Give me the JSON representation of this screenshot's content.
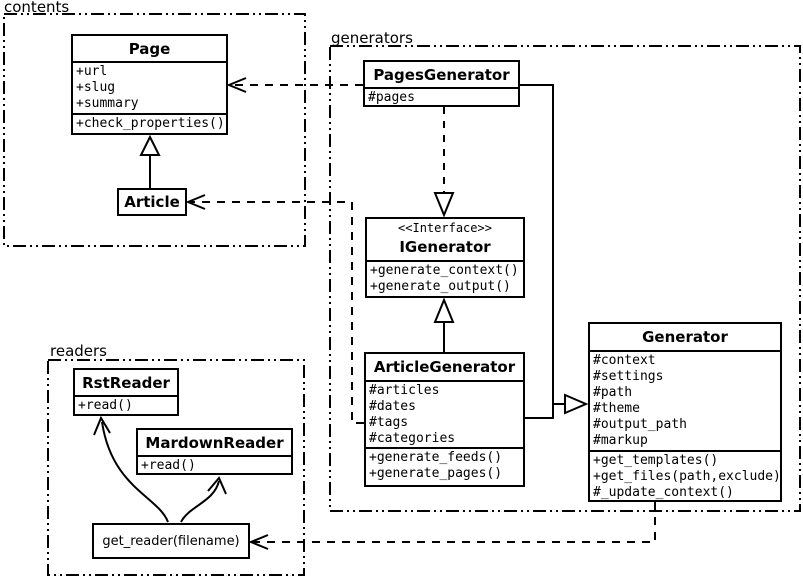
{
  "packages": [
    {
      "name": "contents"
    },
    {
      "name": "generators"
    },
    {
      "name": "readers"
    }
  ],
  "classes": {
    "page": {
      "name": "Page",
      "attributes": [
        "+url",
        "+slug",
        "+summary"
      ],
      "methods": [
        "+check_properties()"
      ]
    },
    "article": {
      "name": "Article"
    },
    "pages_generator": {
      "name": "PagesGenerator",
      "attributes": [
        "#pages"
      ]
    },
    "igenerator": {
      "stereotype": "<<Interface>>",
      "name": "IGenerator",
      "methods": [
        "+generate_context()",
        "+generate_output()"
      ]
    },
    "article_generator": {
      "name": "ArticleGenerator",
      "attributes": [
        "#articles",
        "#dates",
        "#tags",
        "#categories"
      ],
      "methods": [
        "+generate_feeds()",
        "+generate_pages()"
      ]
    },
    "generator": {
      "name": "Generator",
      "attributes": [
        "#context",
        "#settings",
        "#path",
        "#theme",
        "#output_path",
        "#markup"
      ],
      "methods": [
        "+get_templates()",
        "+get_files(path,exclude)",
        "#_update_context()"
      ]
    },
    "rst_reader": {
      "name": "RstReader",
      "methods": [
        "+read()"
      ]
    },
    "mardown_reader": {
      "name": "MardownReader",
      "methods": [
        "+read()"
      ]
    },
    "get_reader": {
      "label": "get_reader(filename)"
    }
  },
  "relationships": [
    {
      "from": "Article",
      "to": "Page",
      "type": "inheritance"
    },
    {
      "from": "PagesGenerator",
      "to": "IGenerator",
      "type": "realization"
    },
    {
      "from": "ArticleGenerator",
      "to": "IGenerator",
      "type": "inheritance"
    },
    {
      "from": "PagesGenerator",
      "to": "Generator",
      "type": "inheritance"
    },
    {
      "from": "ArticleGenerator",
      "to": "Generator",
      "type": "inheritance"
    },
    {
      "from": "PagesGenerator",
      "to": "Page",
      "type": "dependency"
    },
    {
      "from": "ArticleGenerator",
      "to": "Article",
      "type": "dependency"
    },
    {
      "from": "Generator",
      "to": "get_reader(filename)",
      "type": "dependency"
    },
    {
      "from": "get_reader(filename)",
      "to": "RstReader",
      "type": "association"
    },
    {
      "from": "get_reader(filename)",
      "to": "MardownReader",
      "type": "association"
    }
  ],
  "colors": {
    "line": "#000000",
    "background": "#ffffff"
  }
}
